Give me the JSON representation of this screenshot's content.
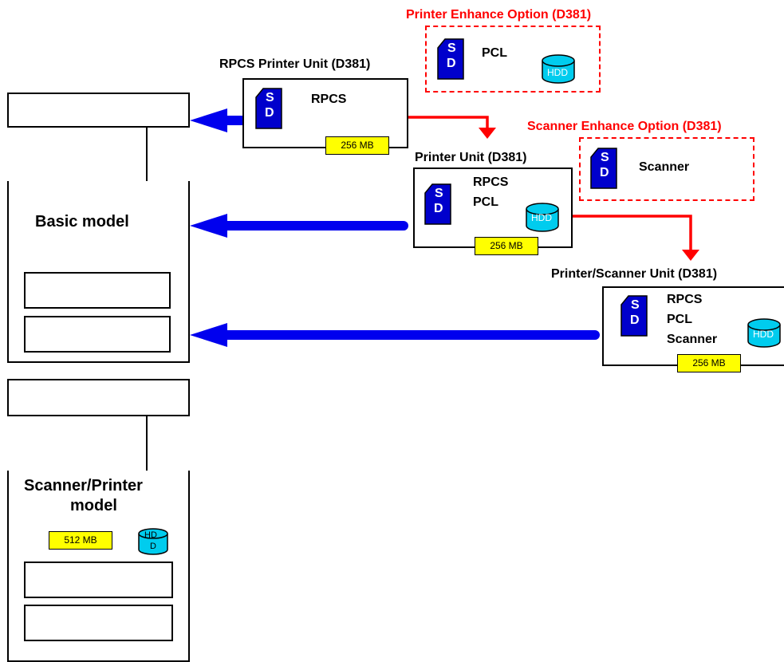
{
  "basic_model": {
    "title": "Basic model"
  },
  "scanner_printer_model": {
    "title_line1": "Scanner/Printer",
    "title_line2": "model",
    "memory": "512 MB",
    "hdd_line1": "HD",
    "hdd_line2": "D"
  },
  "rpcs_printer_unit": {
    "title": "RPCS Printer Unit (D381)",
    "sd_label_line1": "S",
    "sd_label_line2": "D",
    "items": [
      "RPCS"
    ],
    "memory": "256 MB"
  },
  "printer_enhance_option": {
    "title": "Printer Enhance Option (D381)",
    "sd_label_line1": "S",
    "sd_label_line2": "D",
    "items": [
      "PCL"
    ],
    "hdd": "HDD"
  },
  "printer_unit": {
    "title": "Printer Unit (D381)",
    "sd_label_line1": "S",
    "sd_label_line2": "D",
    "items": [
      "RPCS",
      "PCL"
    ],
    "hdd": "HDD",
    "memory": "256 MB"
  },
  "scanner_enhance_option": {
    "title": "Scanner Enhance Option (D381)",
    "sd_label_line1": "S",
    "sd_label_line2": "D",
    "items": [
      "Scanner"
    ]
  },
  "printer_scanner_unit": {
    "title": "Printer/Scanner Unit (D381)",
    "sd_label_line1": "S",
    "sd_label_line2": "D",
    "items": [
      "RPCS",
      "PCL",
      "Scanner"
    ],
    "hdd": "HDD",
    "memory": "256 MB"
  },
  "colors": {
    "sd_card": "#0000cc",
    "hdd": "#00ccee",
    "memory": "#ffff00",
    "upgrade_arrow": "#ff0000",
    "install_arrow": "#0000ee"
  }
}
